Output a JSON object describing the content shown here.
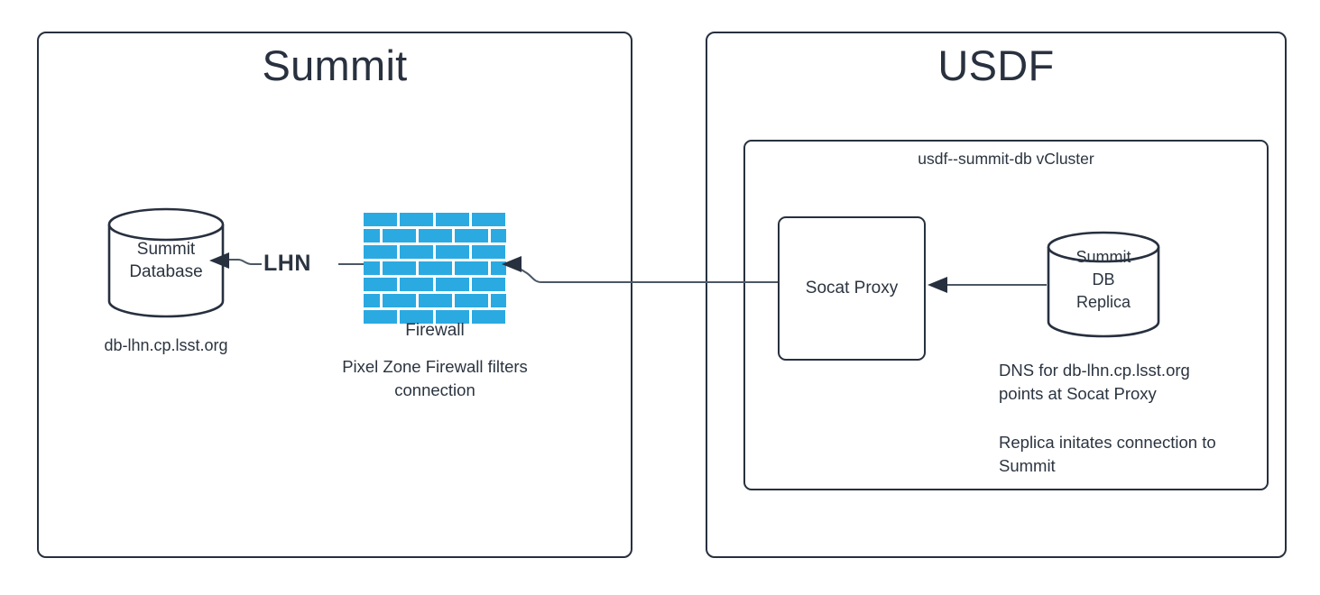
{
  "diagram": {
    "title": "Summit to USDF database replication path",
    "accent_blue": "#2BAAE2",
    "stroke_dark": "#27303F",
    "edge_gray": "#4C5765"
  },
  "zones": {
    "summit": {
      "title": "Summit"
    },
    "usdf": {
      "title": "USDF"
    }
  },
  "vcluster": {
    "title": "usdf--summit-db vCluster"
  },
  "nodes": {
    "summit_database": {
      "label": "Summit\nDatabase"
    },
    "firewall": {
      "label": "Firewall"
    },
    "socat_proxy": {
      "label": "Socat Proxy"
    },
    "summit_db_replica": {
      "label": "Summit\nDB\nReplica"
    }
  },
  "edges": {
    "lhn": {
      "label": "LHN"
    }
  },
  "captions": {
    "db_hostname": "db-lhn.cp.lsst.org",
    "firewall_note": "Pixel Zone Firewall filters\nconnection",
    "dns_note": "DNS for db-lhn.cp.lsst.org\npoints at Socat Proxy",
    "replica_note": "Replica initates connection to\nSummit"
  }
}
